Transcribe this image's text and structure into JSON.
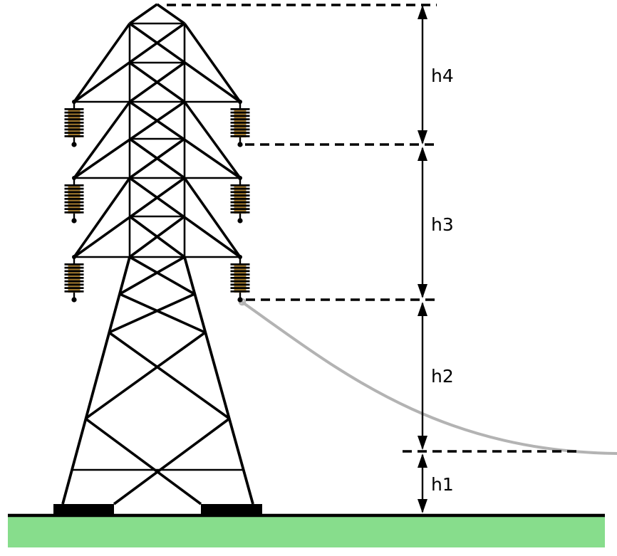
{
  "dimensions": {
    "segments": [
      {
        "label": "h4"
      },
      {
        "label": "h3"
      },
      {
        "label": "h2"
      },
      {
        "label": "h1"
      }
    ]
  },
  "colors": {
    "line": "#000000",
    "grass": "#87DD8C",
    "insulator": "#A1792F",
    "cable": "#B3B3B3"
  }
}
